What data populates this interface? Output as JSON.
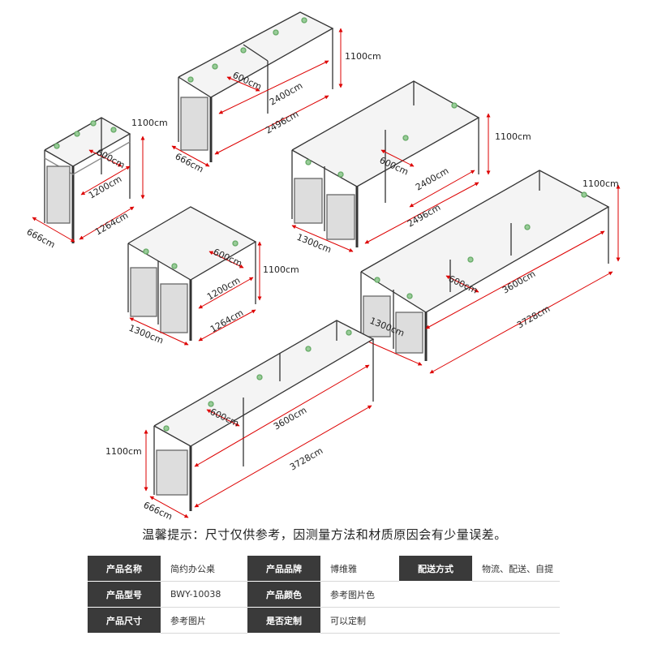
{
  "illustration": {
    "dims": {
      "d1100": "1100cm",
      "d600": "600cm",
      "d666": "666cm",
      "d1200": "1200cm",
      "d1264": "1264cm",
      "d1300": "1300cm",
      "d2400": "2400cm",
      "d2496": "2496cm",
      "d3600": "3600cm",
      "d3728": "3728cm"
    }
  },
  "notice": "温馨提示：尺寸仅供参考，因测量方法和材质原因会有少量误差。",
  "spec_rows": [
    [
      {
        "k": "产品名称"
      },
      {
        "v": "简约办公桌"
      },
      {
        "k": "产品品牌"
      },
      {
        "v": "博维雅"
      },
      {
        "k": "配送方式"
      },
      {
        "v": "物流、配送、自提"
      }
    ],
    [
      {
        "k": "产品型号"
      },
      {
        "v": "BWY-10038"
      },
      {
        "k": "产品颜色"
      },
      {
        "v": "参考图片色"
      },
      {
        "k": ""
      },
      {
        "v": ""
      }
    ],
    [
      {
        "k": "产品尺寸"
      },
      {
        "v": "参考图片"
      },
      {
        "k": "是否定制"
      },
      {
        "v": "可以定制"
      },
      {
        "k": ""
      },
      {
        "v": ""
      }
    ]
  ]
}
